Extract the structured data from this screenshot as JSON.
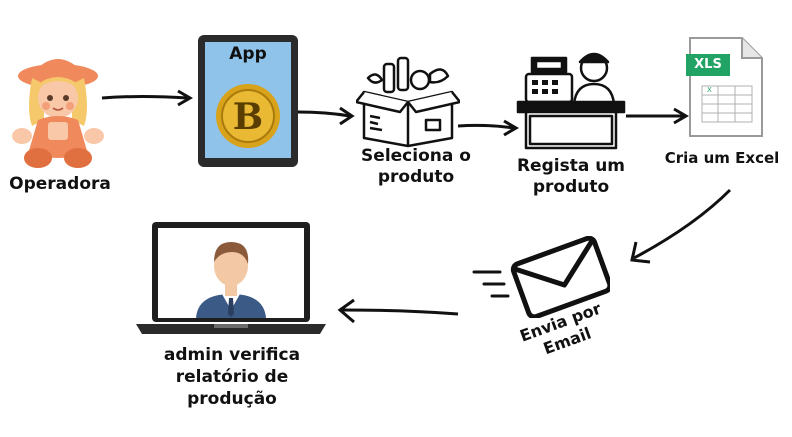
{
  "diagram": {
    "steps": [
      {
        "id": "operator",
        "label": "Operadora"
      },
      {
        "id": "app",
        "label": "App"
      },
      {
        "id": "select",
        "label_line1": "Seleciona o",
        "label_line2": "produto"
      },
      {
        "id": "register",
        "label_line1": "Regista um",
        "label_line2": "produto"
      },
      {
        "id": "excel",
        "label": "Cria um Excel",
        "file_badge": "XLS"
      },
      {
        "id": "email",
        "label_line1": "Envia por",
        "label_line2": "Email"
      },
      {
        "id": "admin",
        "label_line1": "admin verifica",
        "label_line2": "relatório de",
        "label_line3": "produção"
      }
    ],
    "app_logo_letter": "B",
    "colors": {
      "doll_orange": "#f08a5d",
      "doll_peach": "#f8c8a8",
      "doll_yellow": "#f5c96b",
      "coin_gold": "#d8a21a",
      "excel_green": "#21a366",
      "suit_blue": "#3b5a86",
      "face_skin": "#f2c9a4",
      "hair_brown": "#8a5a3b"
    }
  }
}
